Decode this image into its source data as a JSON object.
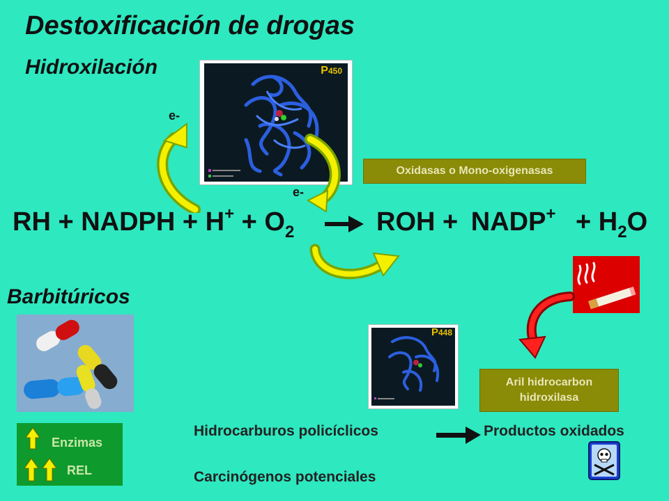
{
  "title": "Destoxificación de drogas",
  "hidroxilacion": "Hidroxilación",
  "barbituricos": "Barbitúricos",
  "p450": {
    "prefix": "P",
    "number": "450"
  },
  "p448": {
    "prefix": "P",
    "number": "448"
  },
  "electron": "e-",
  "oxidasas": "Oxidasas o Mono-oxigenasas",
  "aril": {
    "line1": "Aril hidrocarbon",
    "line2": "hidroxilasa"
  },
  "equation": {
    "rh": "RH",
    "plus_nadph": "+ NADPH",
    "plus_h": "+ H",
    "plus_sup": "+",
    "plus_o": "+ O",
    "two": "2",
    "roh": "ROH +",
    "nadp": "NADP",
    "nadp_sup": "+",
    "plus_h2": "+ H",
    "h2_sub": "2",
    "o": "O"
  },
  "hidrocarburos": "Hidrocarburos policíclicos",
  "productos": "Productos oxidados",
  "carcinogenos": "Carcinógenos potenciales",
  "enzimas": "Enzimas",
  "rel": "REL",
  "colors": {
    "background": "#2ee8c0",
    "olive": "#8a8b06",
    "enzyme_box": "#0e9a2c",
    "arrow_yellow": "#f4f000",
    "smoke_red": "#dd0000",
    "poison_blue": "#1a3fd0"
  },
  "icons": [
    "no-smoking-icon",
    "skull-crossbones-icon",
    "up-arrow-icon",
    "right-arrow-icon",
    "curved-arrow-icon"
  ]
}
